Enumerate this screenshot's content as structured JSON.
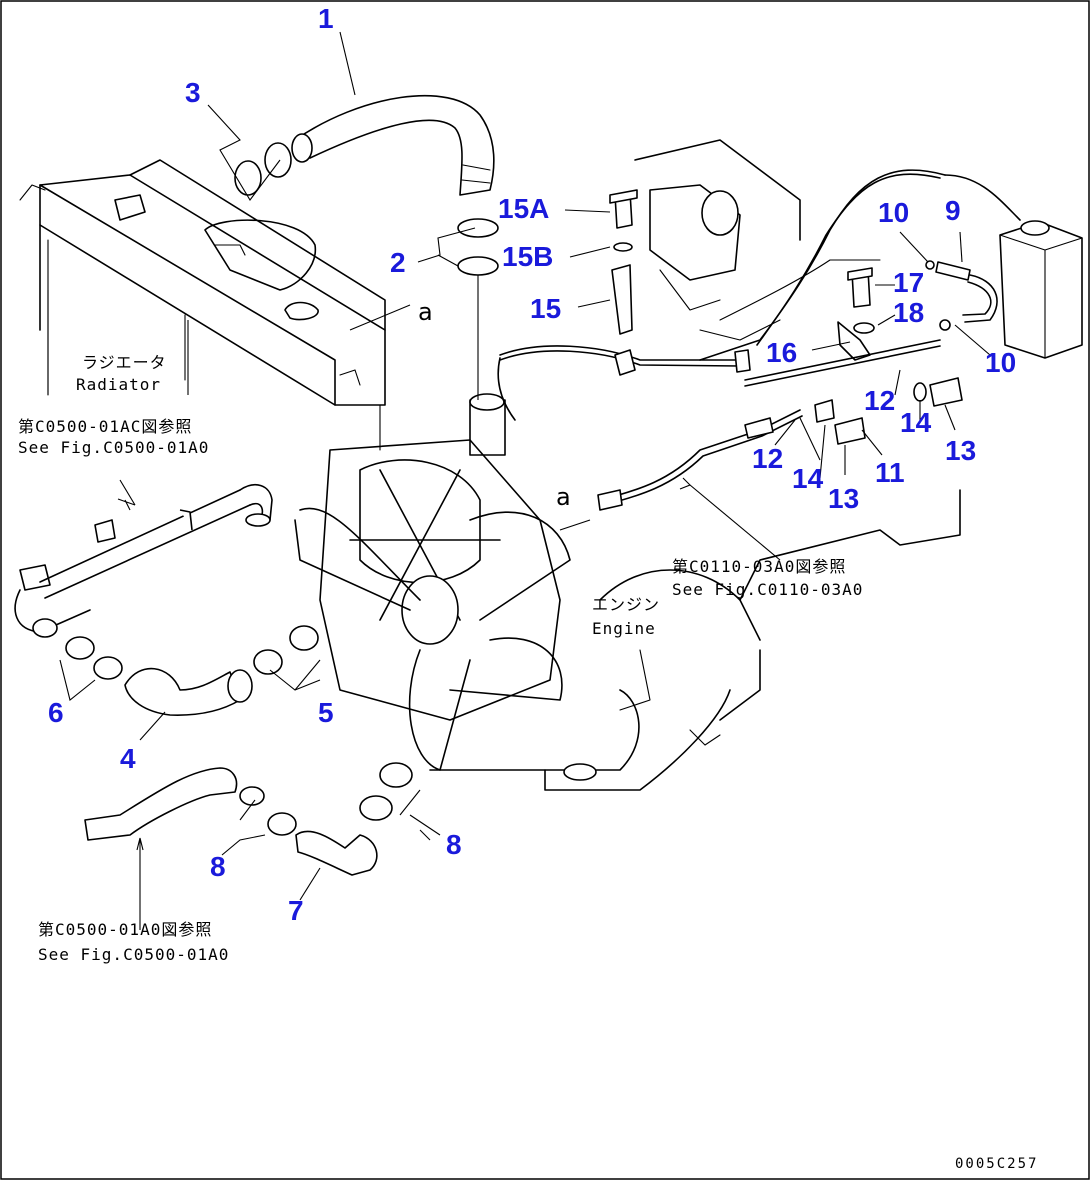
{
  "diagram": {
    "drawing_code": "0005C257",
    "callouts": [
      {
        "id": "c1",
        "label": "1"
      },
      {
        "id": "c2",
        "label": "2"
      },
      {
        "id": "c3",
        "label": "3"
      },
      {
        "id": "c4",
        "label": "4"
      },
      {
        "id": "c5",
        "label": "5"
      },
      {
        "id": "c6",
        "label": "6"
      },
      {
        "id": "c7",
        "label": "7"
      },
      {
        "id": "c8a",
        "label": "8"
      },
      {
        "id": "c8b",
        "label": "8"
      },
      {
        "id": "c9",
        "label": "9"
      },
      {
        "id": "c10a",
        "label": "10"
      },
      {
        "id": "c10b",
        "label": "10"
      },
      {
        "id": "c11",
        "label": "11"
      },
      {
        "id": "c12a",
        "label": "12"
      },
      {
        "id": "c12b",
        "label": "12"
      },
      {
        "id": "c13a",
        "label": "13"
      },
      {
        "id": "c13b",
        "label": "13"
      },
      {
        "id": "c14a",
        "label": "14"
      },
      {
        "id": "c14b",
        "label": "14"
      },
      {
        "id": "c15",
        "label": "15"
      },
      {
        "id": "c15A",
        "label": "15A"
      },
      {
        "id": "c15B",
        "label": "15B"
      },
      {
        "id": "c16",
        "label": "16"
      },
      {
        "id": "c17",
        "label": "17"
      },
      {
        "id": "c18",
        "label": "18"
      }
    ],
    "notes": {
      "radiator_jp": "ラジエータ",
      "radiator_en": "Radiator",
      "ref_c0500_01ac_jp": "第C0500-01AC図参照",
      "ref_c0500_01a0_en_top": "See Fig.C0500-01A0",
      "ref_c0110_jp": "第C0110-03A0図参照",
      "ref_c0110_en": "See Fig.C0110-03A0",
      "engine_jp": "エンジン",
      "engine_en": "Engine",
      "ref_c0500_01a0_jp": "第C0500-01A0図参照",
      "ref_c0500_01a0_en_bottom": "See Fig.C0500-01A0",
      "marker_a1": "a",
      "marker_a2": "a"
    }
  }
}
